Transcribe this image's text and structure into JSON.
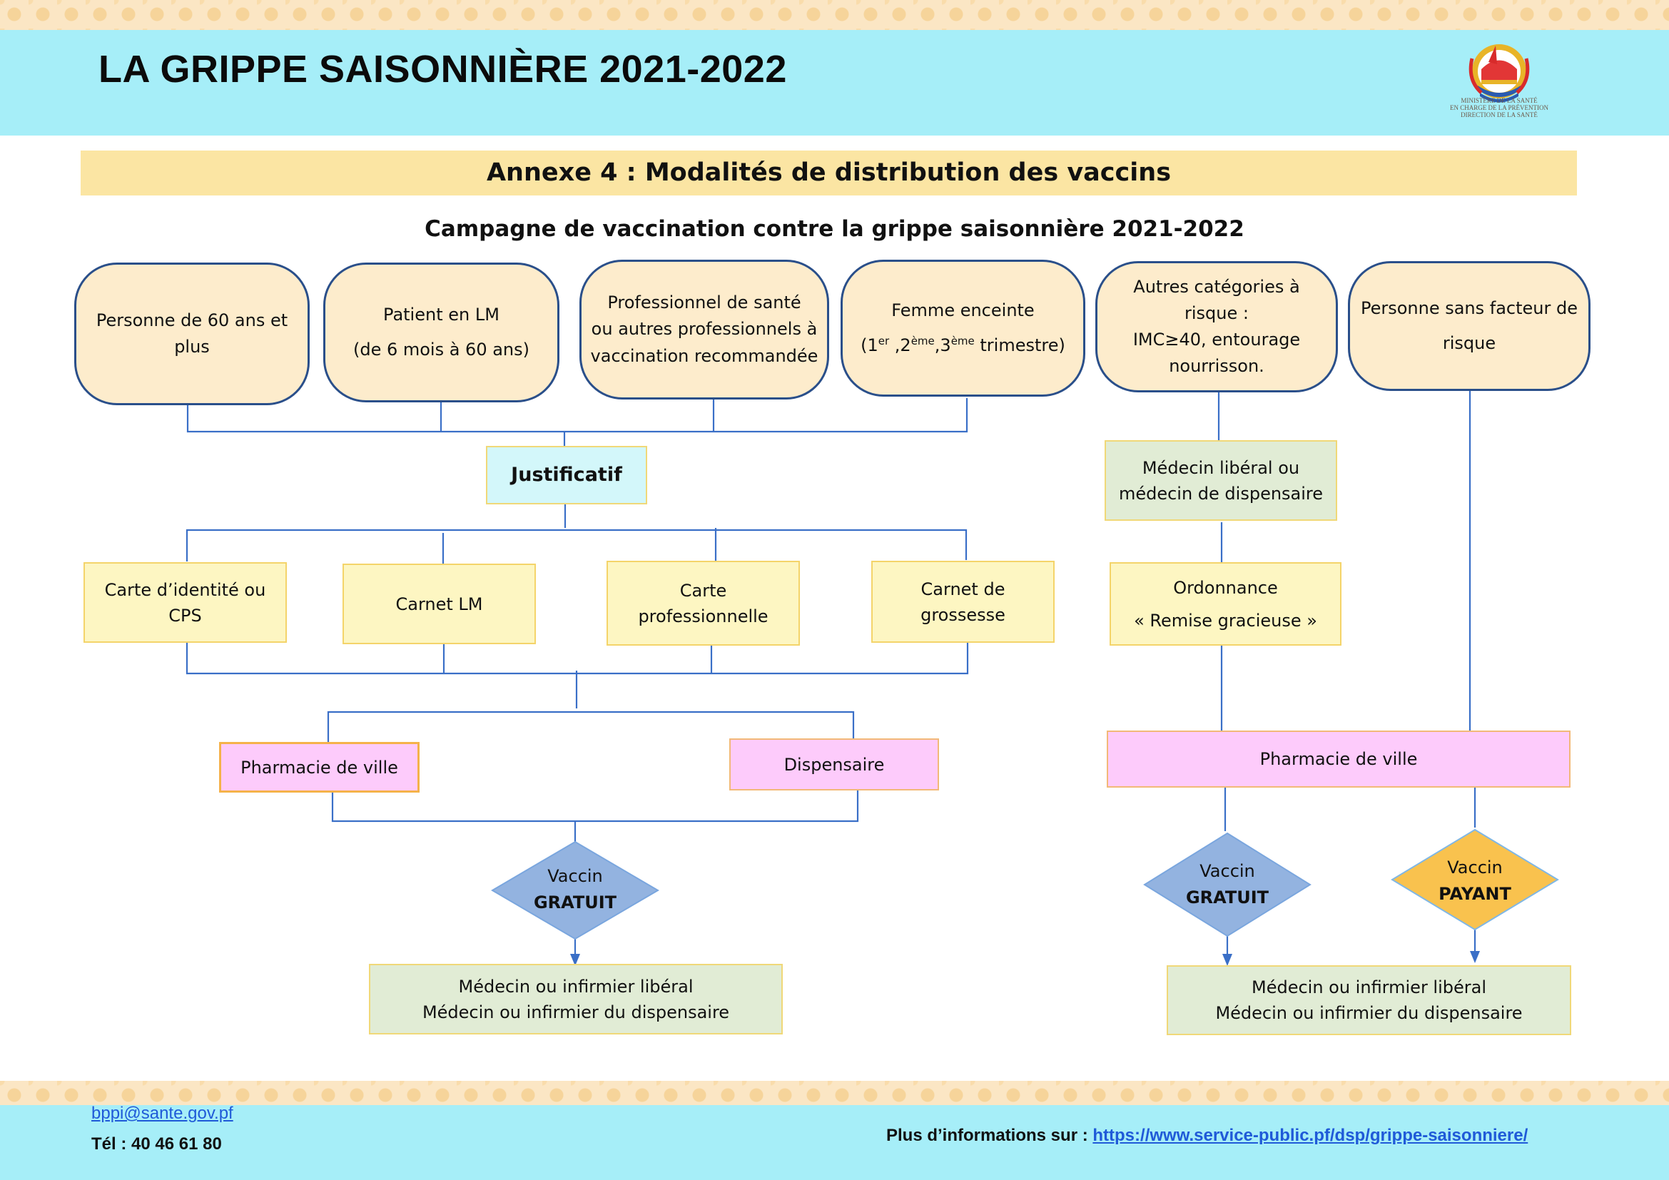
{
  "header": {
    "title": "LA GRIPPE SAISONNIÈRE 2021-2022",
    "logo_text": [
      "MINISTÈRE DE LA SANTÉ",
      "EN CHARGE DE LA PRÉVENTION",
      "DIRECTION DE LA SANTÉ"
    ]
  },
  "annexe_title": "Annexe 4 : Modalités de distribution des vaccins",
  "subtitle": "Campagne de vaccination contre la grippe saisonnière 2021-2022",
  "categories": [
    {
      "label": "Personne de 60 ans et plus"
    },
    {
      "line1": "Patient en LM",
      "line2": "(de 6 mois à 60 ans)"
    },
    {
      "line1": "Professionnel de santé",
      "line2": "ou autres professionnels à",
      "line3": "vaccination recommandée"
    },
    {
      "line1": "Femme enceinte",
      "pre": "(1",
      "sup1": "er",
      "sep1": " ,2",
      "sup2": "ème",
      "sep2": ",3",
      "sup3": "ème",
      "post": " trimestre)"
    },
    {
      "line1": "Autres catégories à risque :",
      "line2": "IMC≥40, entourage",
      "line3": "nourrisson."
    },
    {
      "line1": "Personne sans facteur de",
      "line2": "risque"
    }
  ],
  "justificatif": "Justificatif",
  "documents": [
    {
      "line1": "Carte d’identité ou",
      "line2": "CPS"
    },
    {
      "line1": "Carnet LM"
    },
    {
      "line1": "Carte",
      "line2": "professionnelle"
    },
    {
      "line1": "Carnet de",
      "line2": "grossesse"
    }
  ],
  "left_branch": {
    "pharmacie": "Pharmacie de ville",
    "dispensaire": "Dispensaire",
    "vaccin": {
      "line1": "Vaccin",
      "line2": "GRATUIT"
    },
    "acte": {
      "line1": "Médecin ou infirmier libéral",
      "line2": "Médecin ou infirmier du dispensaire"
    }
  },
  "right_branch": {
    "medecin": {
      "line1": "Médecin libéral ou",
      "line2": "médecin de dispensaire"
    },
    "ordonnance": {
      "line1": "Ordonnance",
      "line2": "« Remise gracieuse »"
    },
    "pharmacie": "Pharmacie de ville",
    "vaccin_gratuit": {
      "line1": "Vaccin",
      "line2": "GRATUIT"
    },
    "vaccin_payant": {
      "line1": "Vaccin",
      "line2": "PAYANT"
    },
    "acte": {
      "line1": "Médecin ou infirmier libéral",
      "line2": "Médecin ou infirmier du dispensaire"
    }
  },
  "footer": {
    "email": "bppi@sante.gov.pf",
    "tel": "Tél : 40 46 61 80",
    "info_label": "Plus d’informations sur :",
    "info_url": "https://www.service-public.pf/dsp/grippe-saisonniere/"
  },
  "colors": {
    "header_band": "#a6eef8",
    "annexe_bg": "#fbe5a3",
    "oval_border": "#2a4f8a",
    "oval_fill": "#fdeccc",
    "connector": "#3a6fc7",
    "diamond_blue": "#93b3e0",
    "diamond_orange": "#f9c24e",
    "pink": "#fdcbfb"
  }
}
